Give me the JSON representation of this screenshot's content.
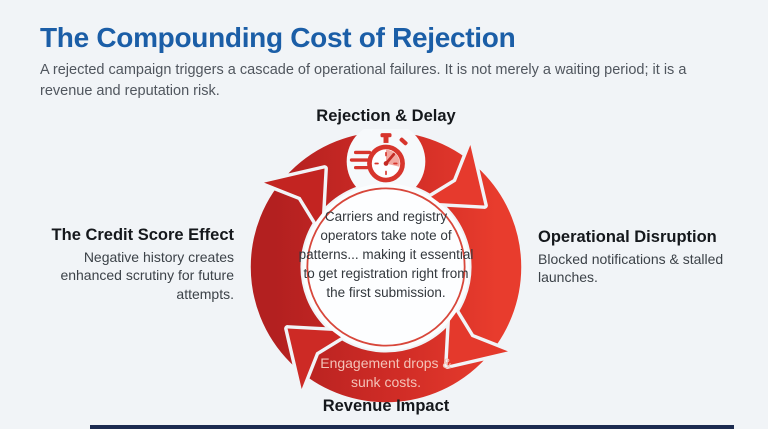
{
  "header": {
    "title": "The Compounding Cost of Rejection",
    "subtitle": "A rejected campaign triggers a cascade of operational failures. It is not merely a waiting period; it is a revenue and reputation risk."
  },
  "cycle": {
    "top": {
      "label": "Rejection & Delay",
      "icon": "stopwatch-icon"
    },
    "right": {
      "label": "Operational Disruption",
      "body": "Blocked notifications & stalled launches."
    },
    "bottom": {
      "label": "Revenue Impact",
      "ring_note": "Engagement drops & sunk costs."
    },
    "left": {
      "label": "The Credit Score Effect",
      "body": "Negative history creates enhanced scrutiny for future attempts."
    },
    "center": {
      "text": "Carriers and registry operators take note of patterns... making it essential to get registration right from the first submission."
    },
    "direction": "clockwise",
    "colors": {
      "background": "#f1f4f7",
      "title_blue": "#1b5ea7",
      "ring_dark": "#b32020",
      "ring_bright": "#e83c2d",
      "ring_inner_border": "#d8473b",
      "ring_note_text": "#f3c3b8",
      "stopwatch_red": "#d7352c",
      "label_dark": "#15181c",
      "body_gray": "#3c4248",
      "bottom_bar": "#1c2b50"
    }
  }
}
